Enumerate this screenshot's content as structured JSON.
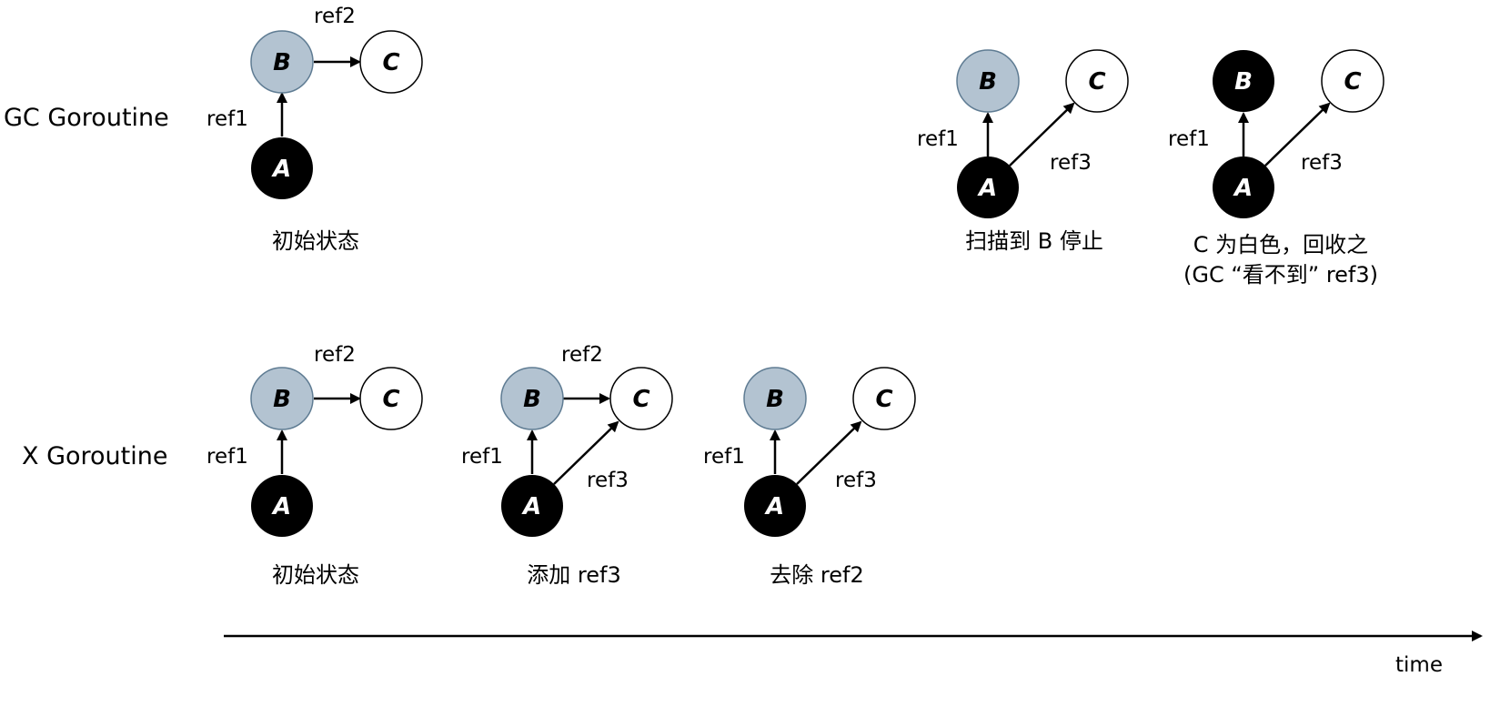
{
  "rows": [
    {
      "label": "GC Goroutine"
    },
    {
      "label": "X Goroutine"
    }
  ],
  "nodes": {
    "a": "A",
    "b": "B",
    "c": "C"
  },
  "edges": {
    "ref1": "ref1",
    "ref2": "ref2",
    "ref3": "ref3"
  },
  "colors": {
    "gray": "#b3c3d1",
    "gray_stroke": "#5f7c93",
    "black": "#000000",
    "white": "#ffffff"
  },
  "captions": {
    "gc_initial": "初始状态",
    "gc_scan_stop": "扫描到 B 停止",
    "gc_collect_line1": "C 为白色，回收之",
    "gc_collect_line2": "(GC “看不到” ref3)",
    "x_initial": "初始状态",
    "x_add_ref3": "添加 ref3",
    "x_remove_ref2": "去除 ref2"
  },
  "time_label": "time"
}
